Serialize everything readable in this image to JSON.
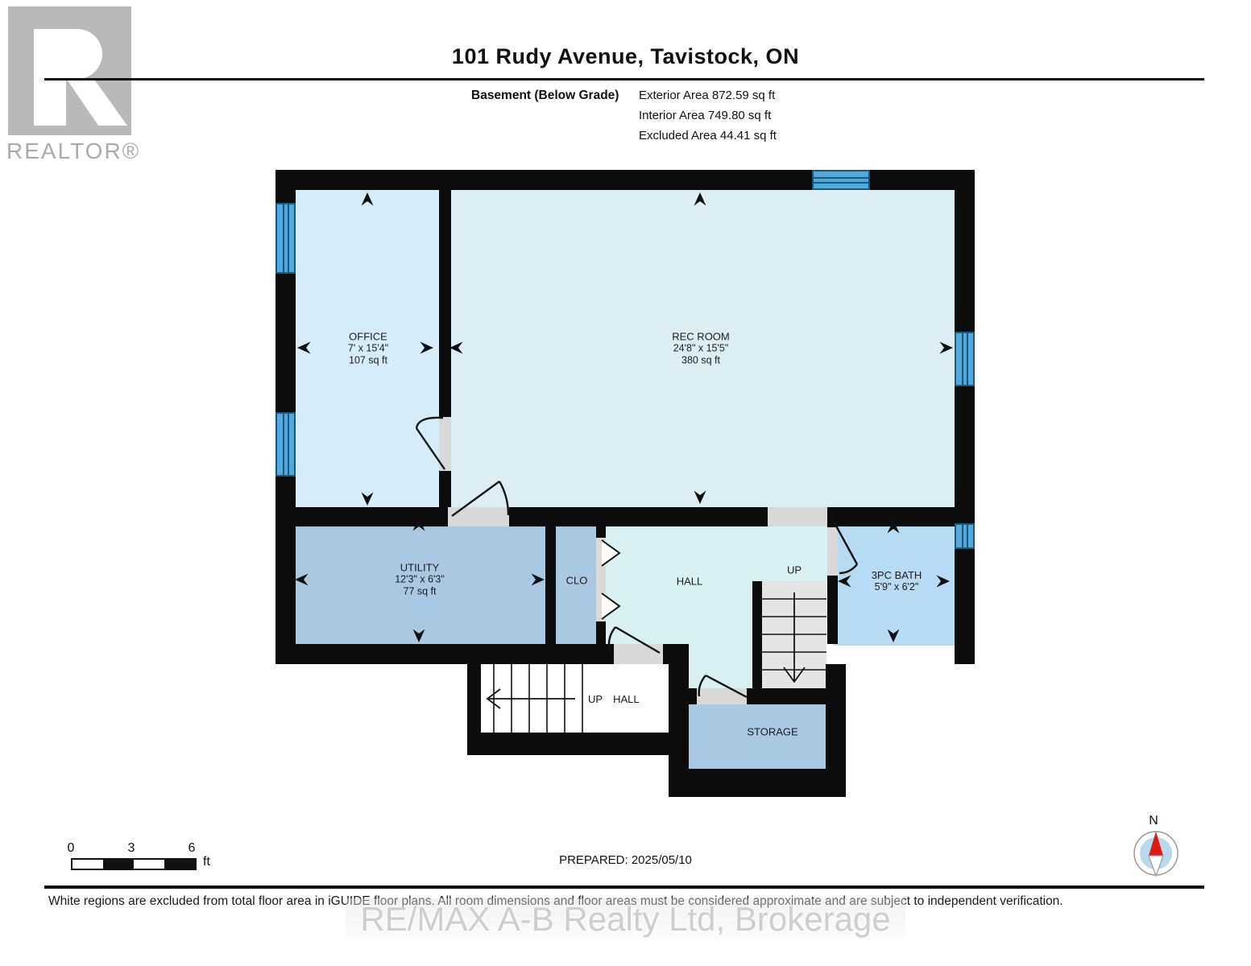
{
  "header": {
    "title": "101 Rudy Avenue, Tavistock, ON",
    "floor_label": "Basement (Below Grade)",
    "area_lines": [
      "Exterior Area 872.59 sq ft",
      "Interior Area 749.80 sq ft",
      "Excluded Area 44.41 sq ft"
    ]
  },
  "logo": {
    "brand": "REALTOR®"
  },
  "rooms": {
    "office": {
      "name": "OFFICE",
      "dims": "7' x 15'4\"",
      "area": "107 sq ft"
    },
    "rec_room": {
      "name": "REC ROOM",
      "dims": "24'8\" x 15'5\"",
      "area": "380 sq ft"
    },
    "utility": {
      "name": "UTILITY",
      "dims": "12'3\" x 6'3\"",
      "area": "77 sq ft"
    },
    "closet": {
      "name": "CLO"
    },
    "hall": {
      "name": "HALL"
    },
    "stair_up": {
      "name": "UP"
    },
    "bath": {
      "name": "3PC BATH",
      "dims": "5'9\" x 6'2\""
    },
    "storage": {
      "name": "STORAGE"
    },
    "lower_stairs": {
      "up": "UP",
      "hall": "HALL"
    }
  },
  "footer": {
    "scale": {
      "ticks": [
        "0",
        "3",
        "6"
      ],
      "unit": "ft"
    },
    "prepared": "PREPARED: 2025/05/10",
    "compass_north": "N",
    "disclaimer": "White regions are excluded from total floor area in iGUIDE floor plans. All room dimensions and floor areas must be considered approximate and are subject to independent verification.",
    "watermark": "RE/MAX A-B Realty Ltd, Brokerage"
  },
  "colors": {
    "wall": "#0c0c0c",
    "office_fill": "#d7ecf9",
    "rec_room_fill": "#dceef3",
    "hall_fill": "#d9f0f2",
    "utility_storage_fill": "#a9c9e3",
    "bath_fill": "#b5dcf4",
    "window_blue": "#53a9da",
    "stairs_gray": "#e4e4e4",
    "threshold_gray": "#d9d9d9",
    "compass_red": "#dd1b10",
    "compass_disc": "#b9d8ee",
    "logo_gray": "#b9b9b9",
    "watermark_gray": "#cbcbcb"
  }
}
